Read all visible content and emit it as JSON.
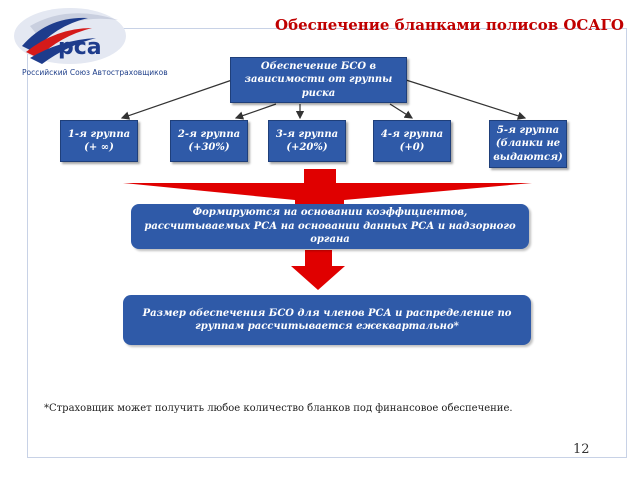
{
  "slide": {
    "title": "Обеспечение бланками полисов ОСАГО",
    "logo": {
      "name": "РСА",
      "caption": "Российский Союз Автостраховщиков"
    },
    "top_box": "Обеспечение БСО в зависимости от группы риска",
    "groups": [
      "1-я группа (+ ∞)",
      "2-я группа (+30%)",
      "3-я группа (+20%)",
      "4-я группа (+0)",
      "5-я группа (бланки не выдаются)"
    ],
    "box_middle": "Формируются на основании коэффициентов, рассчитываемых РСА на основании данных РСА и надзорного органа",
    "box_bottom": "Размер обеспечения БСО для членов РСА и распределение по группам рассчитывается ежеквартально*",
    "footnote": "*Страховщик может получить любое количество бланков под финансовое обеспечение.",
    "page_number": "12"
  },
  "colors": {
    "box_fill": "#2f5aa8",
    "arrow_red": "#e00000",
    "title_red": "#c00000"
  }
}
